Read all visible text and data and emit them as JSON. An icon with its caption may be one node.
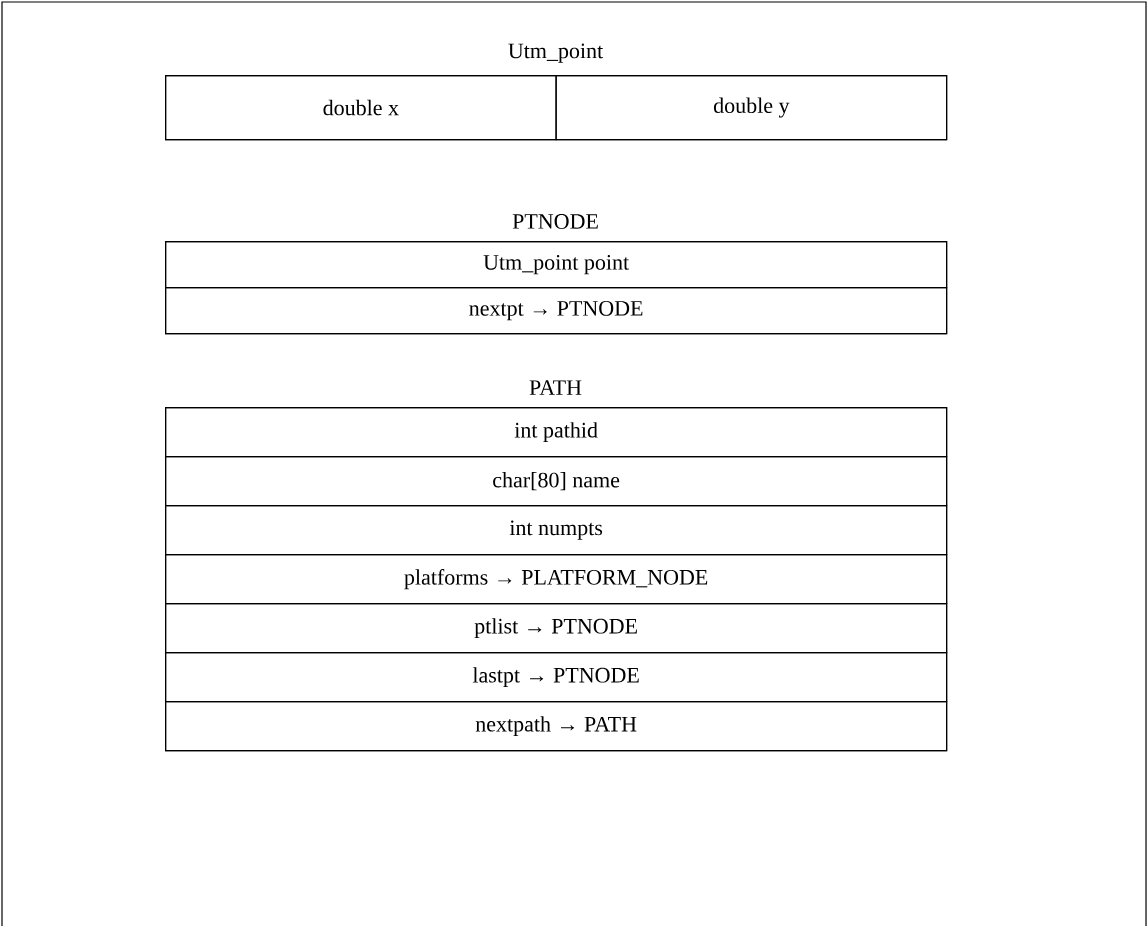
{
  "diagram": {
    "nodes": [
      {
        "text": [
          "Utm_point"
        ]
      },
      {
        "text": [
          "double x"
        ],
        "in": 0
      },
      {
        "text": [
          "double y"
        ],
        "in": 0
      },
      {
        "text": [
          "PTNODE"
        ]
      },
      {
        "text": [
          "Utm_point  point"
        ],
        "in": 3
      },
      {
        "text": [
          "nextpt → PTNODE"
        ],
        "in": 3
      },
      {
        "text": [
          "PATH"
        ]
      },
      {
        "text": [
          "int pathid"
        ],
        "in": 6
      },
      {
        "text": [
          "char[80]  name"
        ],
        "in": 6
      },
      {
        "text": [
          "int numpts"
        ],
        "in": 6
      },
      {
        "text": [
          "platforms → PLATFORM_NODE"
        ],
        "in": 6
      },
      {
        "text": [
          "ptlist → PTNODE"
        ],
        "in": 6
      },
      {
        "text": [
          "lastpt → PTNODE"
        ],
        "in": 6
      },
      {
        "text": [
          "nextpath → PATH"
        ],
        "in": 6
      }
    ]
  }
}
